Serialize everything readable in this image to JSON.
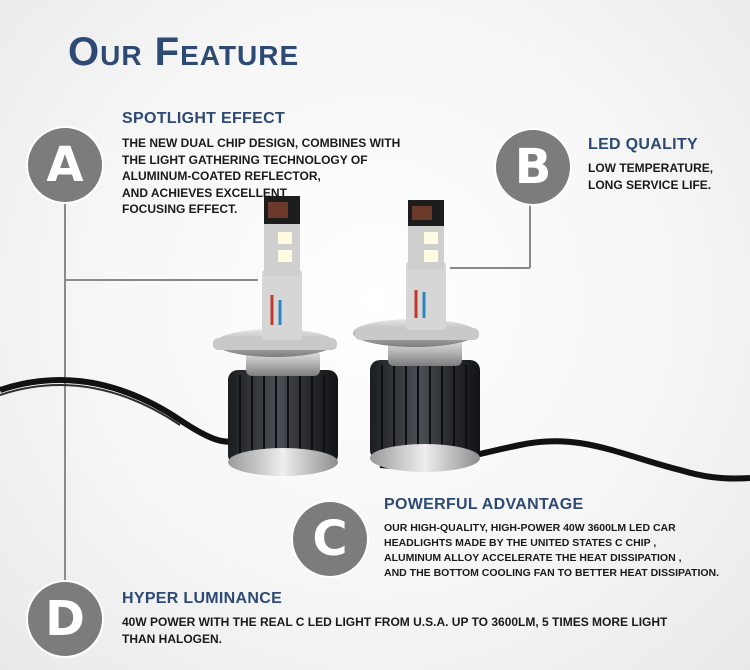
{
  "title": "Our Feature",
  "features": {
    "a": {
      "letter": "A",
      "heading": "SPOTLIGHT EFFECT",
      "lines": [
        "THE NEW DUAL CHIP DESIGN,   COMBINES WITH",
        "THE LIGHT GATHERING TECHNOLOGY OF",
        "ALUMINUM-COATED REFLECTOR,",
        "AND ACHIEVES EXCELLENT",
        "FOCUSING EFFECT."
      ]
    },
    "b": {
      "letter": "B",
      "heading": "LED QUALITY",
      "lines": [
        "LOW TEMPERATURE,",
        "LONG SERVICE LIFE."
      ]
    },
    "c": {
      "letter": "C",
      "heading": "POWERFUL ADVANTAGE",
      "lines": [
        "OUR HIGH-QUALITY, HIGH-POWER 40W 3600LM LED CAR",
        "HEADLIGHTS MADE BY THE UNITED STATES C        CHIP ,",
        "ALUMINUM ALLOY ACCELERATE THE HEAT DISSIPATION ,",
        "AND THE BOTTOM COOLING FAN TO BETTER HEAT DISSIPATION."
      ]
    },
    "d": {
      "letter": "D",
      "heading": "HYPER LUMINANCE",
      "lines": [
        "40W POWER WITH THE REAL C        LED LIGHT FROM U.S.A. UP TO 3600LM, 5 TIMES MORE LIGHT",
        "THAN HALOGEN."
      ]
    }
  },
  "colors": {
    "title": "#2c4a73",
    "heading": "#2c4a73",
    "circle": "#7c7c7c",
    "body_text": "#1a1a1a"
  }
}
